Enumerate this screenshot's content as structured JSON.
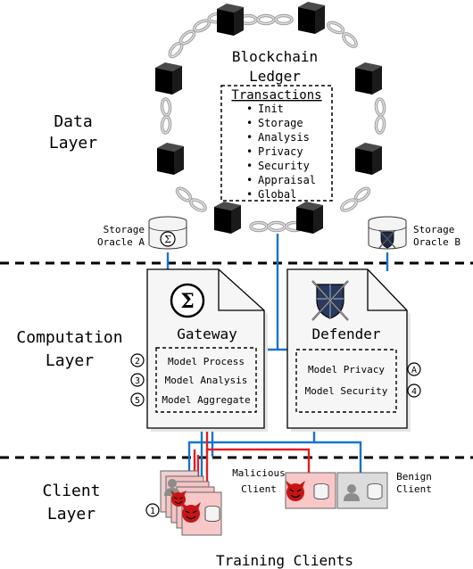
{
  "layers": {
    "data": [
      "Data",
      "Layer"
    ],
    "computation": [
      "Computation",
      "Layer"
    ],
    "client": [
      "Client",
      "Layer"
    ]
  },
  "ledger": {
    "title": [
      "Blockchain",
      "Ledger"
    ],
    "transactions_heading": "Transactions",
    "transactions": [
      "Init",
      "Storage",
      "Analysis",
      "Privacy",
      "Security",
      "Appraisal",
      "Global"
    ]
  },
  "oracles": {
    "a": [
      "Storage",
      "Oracle A"
    ],
    "b": [
      "Storage",
      "Oracle B"
    ]
  },
  "gateway": {
    "title": "Gateway",
    "symbol": "Σ",
    "models": [
      "Model Process",
      "Model Analysis",
      "Model Aggregate"
    ],
    "steps": [
      "2",
      "3",
      "5"
    ]
  },
  "defender": {
    "title": "Defender",
    "models": [
      "Model Privacy",
      "Model Security"
    ],
    "steps": [
      "A",
      "4"
    ]
  },
  "clients": {
    "malicious": [
      "Malicious",
      "Client"
    ],
    "benign": [
      "Benign",
      "Client"
    ],
    "step": "1",
    "caption": "Training Clients"
  },
  "colors": {
    "line_blue": "#1874cd",
    "line_red": "#e02020",
    "malicious_fill": "#f8c8c8",
    "benign_fill": "#dcdcdc",
    "cube": "#000000",
    "chain": "#c8c8c8"
  }
}
